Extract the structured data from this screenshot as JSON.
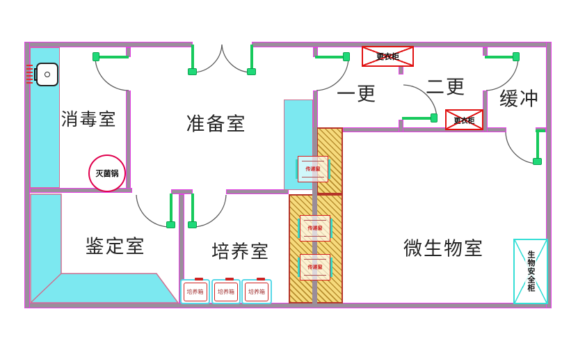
{
  "diagram_type": "laboratory floor plan",
  "rooms": {
    "disinfection": "消毒室",
    "preparation": "准备室",
    "first_change": "一更",
    "second_change": "二更",
    "buffer": "缓冲",
    "identification": "鉴定室",
    "culture": "培养室",
    "microbiology": "微生物室"
  },
  "equipment": {
    "sterilizer": "灭菌锅",
    "locker": "更衣柜",
    "pass_window": "传递窗",
    "incubator": "培养箱",
    "biosafety_cabinet": "生物安全柜"
  },
  "colors": {
    "wall_fill": "#9b8e9b",
    "wall_edge": "#e93fe9",
    "bench": "#7ce8f0",
    "hatch_fill": "#f6da7c",
    "hatch_border": "#b5342a",
    "door_green": "#17c95c",
    "equipment_red": "#e01212",
    "safety_teal": "#35ded6",
    "sterilizer_red": "#e0004d"
  }
}
